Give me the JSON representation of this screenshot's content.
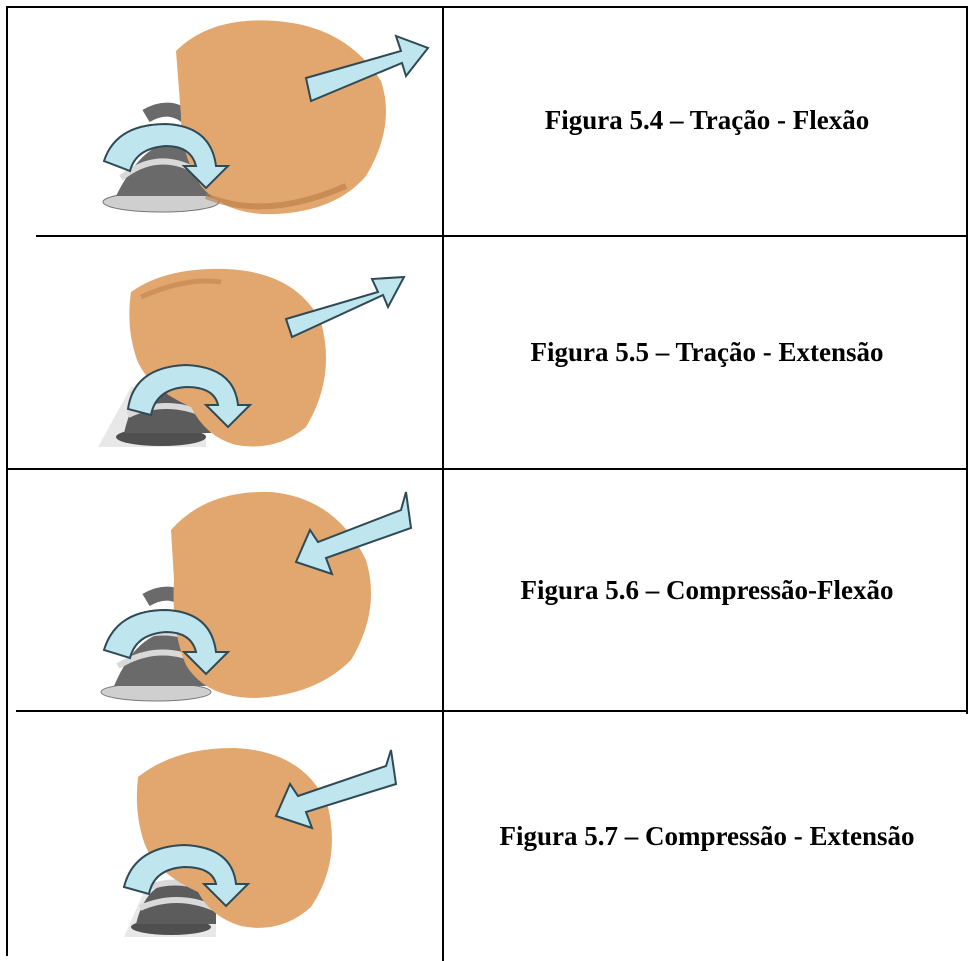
{
  "figures": [
    {
      "caption": "Figura  5.4 – Tração - Flexão",
      "force_arrow": "outward-arrow",
      "rotation": "clockwise"
    },
    {
      "caption": "Figura 5.5 – Tração - Extensão",
      "force_arrow": "outward-arrow",
      "rotation": "clockwise"
    },
    {
      "caption": "Figura 5.6 – Compressão-Flexão",
      "force_arrow": "inward-arrow",
      "rotation": "clockwise"
    },
    {
      "caption": "Figura 5.7 – Compressão - Extensão",
      "force_arrow": "inward-arrow",
      "rotation": "clockwise"
    }
  ],
  "colors": {
    "head": "#e2a66f",
    "head_shadow": "#b97b45",
    "arrow_fill": "#bfe6ee",
    "arrow_stroke": "#2f4a55",
    "spine": "#5c5c5c",
    "disc": "#d9d9d9"
  }
}
